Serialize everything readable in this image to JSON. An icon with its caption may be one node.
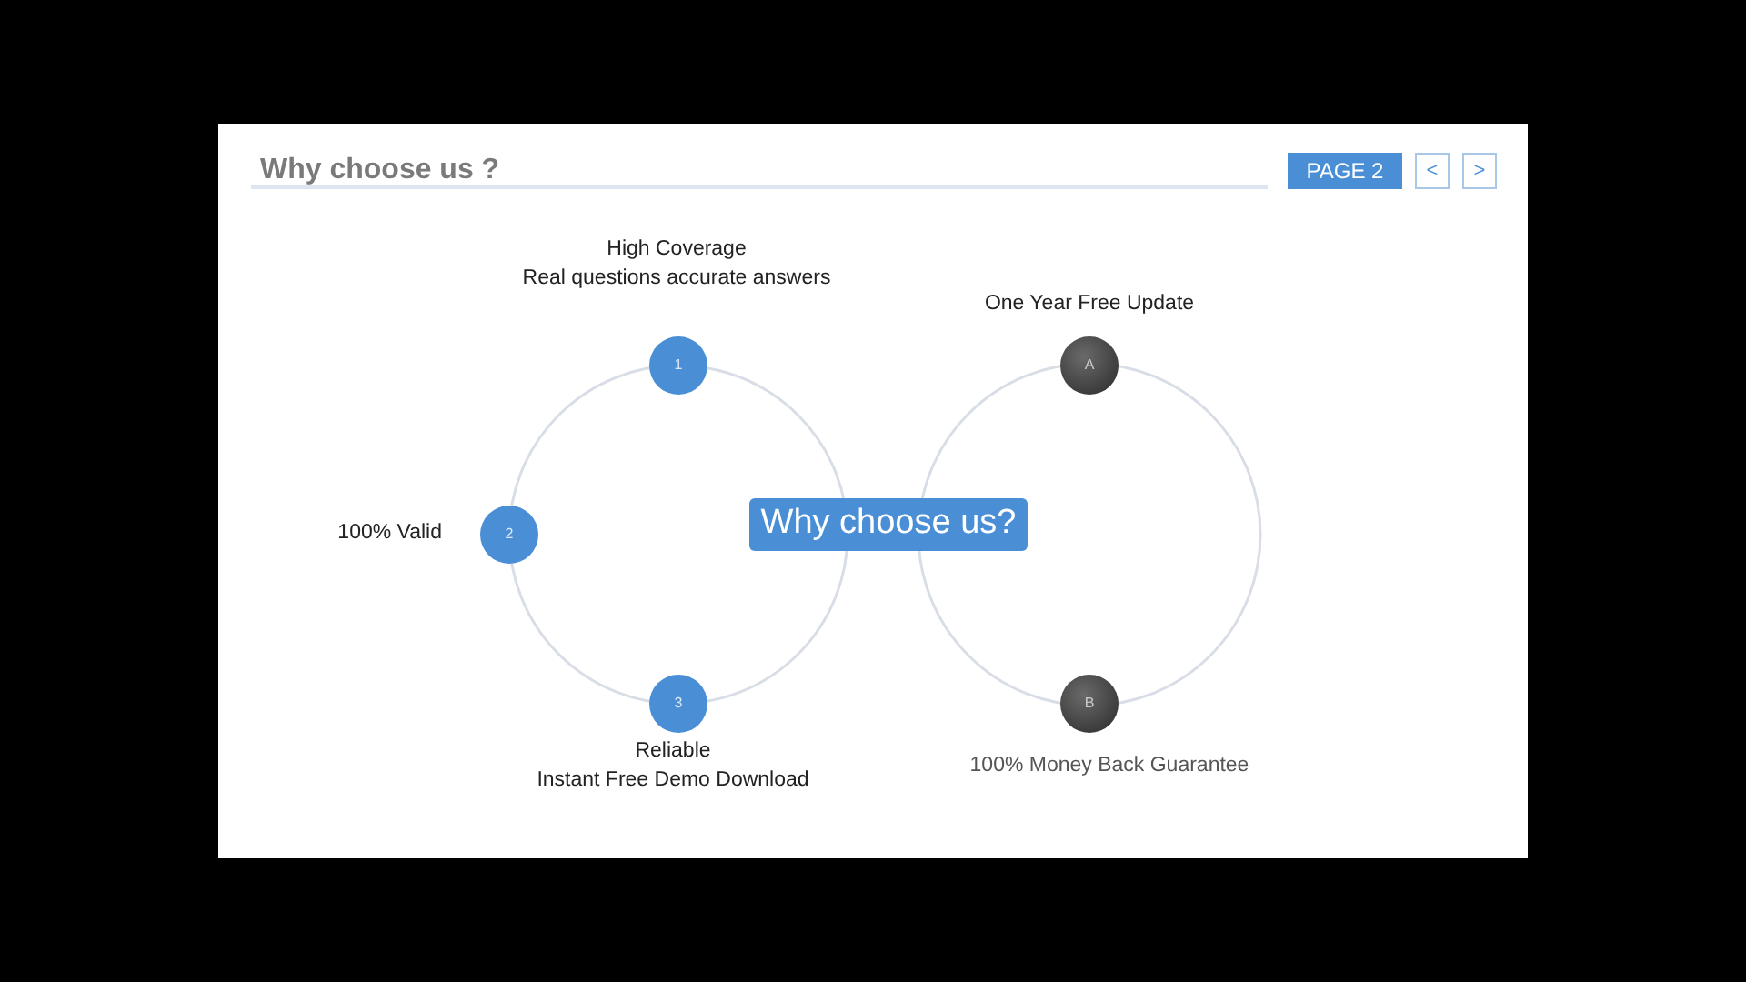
{
  "diagram": {
    "title": "Why choose us ?",
    "nodes": [
      {
        "text": [
          "Why choose us?"
        ]
      },
      {
        "text": [
          "1"
        ],
        "beside": [
          "High Coverage",
          "Real questions accurate answers"
        ]
      },
      {
        "text": [
          "2"
        ],
        "beside": [
          "100% Valid"
        ]
      },
      {
        "text": [
          "3"
        ],
        "beside": [
          "Reliable",
          "Instant Free Demo Download"
        ]
      },
      {
        "text": [
          "A"
        ],
        "beside": [
          "One Year Free Update"
        ]
      },
      {
        "text": [
          "B"
        ],
        "beside": [
          "100% Money Back Guarantee"
        ]
      }
    ],
    "labels": [
      "PAGE 2",
      "<",
      ">"
    ]
  }
}
